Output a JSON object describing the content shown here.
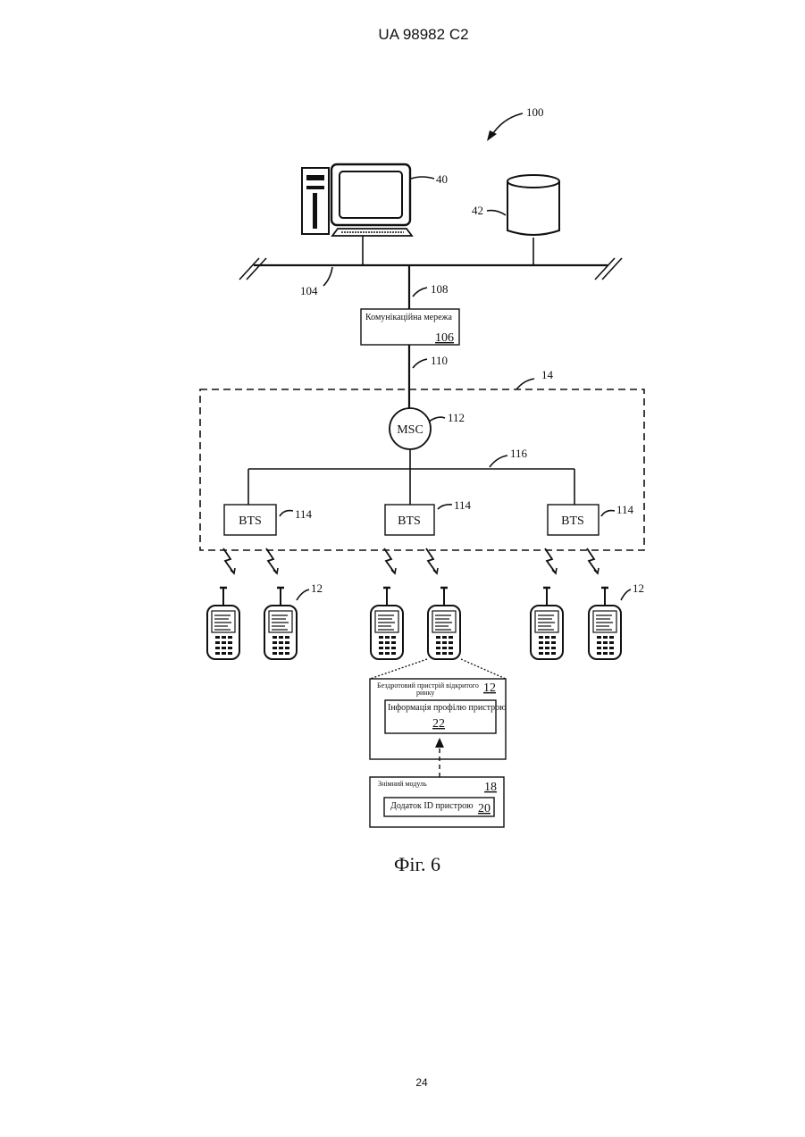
{
  "header": {
    "patent_id": "UA   98982   C2"
  },
  "figure": {
    "ref_system": "100",
    "ref_computer": "40",
    "ref_database": "42",
    "ref_lan": "104",
    "ref_link_108": "108",
    "comm_network": {
      "label": "Комунікаційна мережа",
      "ref": "106"
    },
    "ref_link_110": "110",
    "ref_carrier_network": "14",
    "msc": {
      "label": "MSC",
      "ref": "112"
    },
    "ref_backbone": "116",
    "bts": {
      "label": "BTS",
      "ref": "114"
    },
    "ref_devices": "12",
    "device_box": {
      "title_line1": "Бездротовий пристрій відкритого",
      "title_line2": "ринку",
      "ref": "12",
      "profile_label": "Інформація профілю пристрою",
      "profile_ref": "22"
    },
    "module_box": {
      "title": "Знімний модуль",
      "ref": "18",
      "app_label": "Додаток ID пристрою",
      "app_ref": "20"
    }
  },
  "caption": "Фіг. 6",
  "page_number": "24"
}
